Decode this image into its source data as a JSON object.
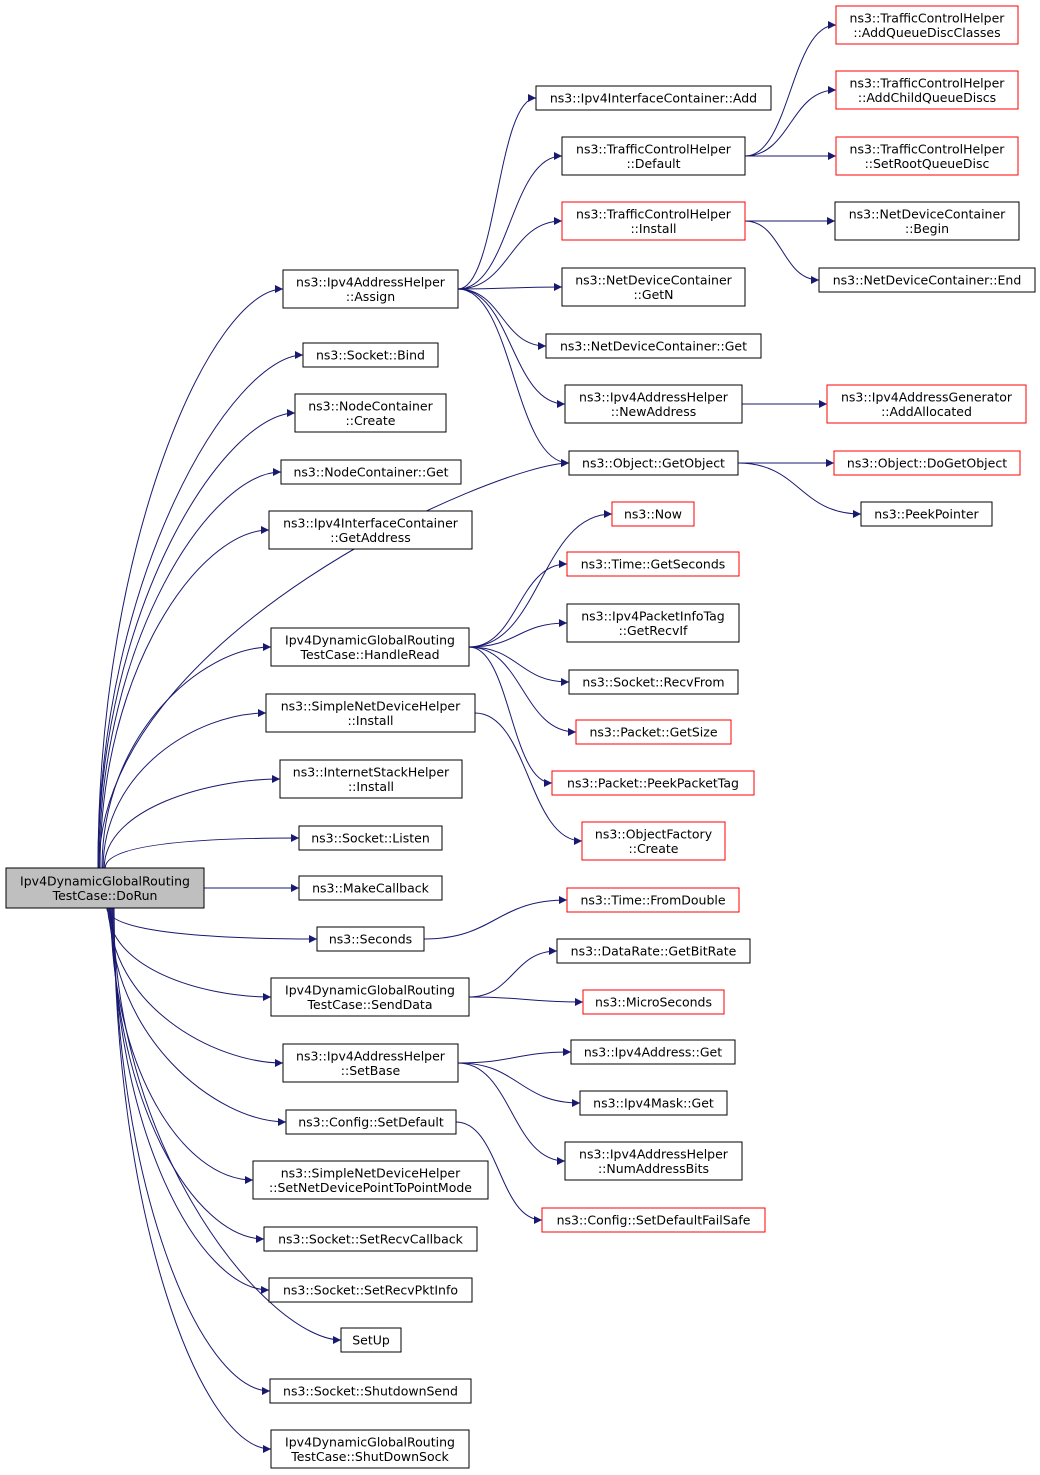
{
  "diagram": {
    "type": "call-graph",
    "colors": {
      "edge": "#191970",
      "node_border": "#000000",
      "node_border_external": "#ff0000",
      "root_fill": "#bfbfbf",
      "node_fill": "#ffffff"
    },
    "nodes": [
      {
        "id": "root",
        "lines": [
          "Ipv4DynamicGlobalRouting",
          "TestCase::DoRun"
        ],
        "style": "root"
      },
      {
        "id": "assign",
        "lines": [
          "ns3::Ipv4AddressHelper",
          "::Assign"
        ],
        "style": "normal"
      },
      {
        "id": "bind",
        "lines": [
          "ns3::Socket::Bind"
        ],
        "style": "normal"
      },
      {
        "id": "nc_create",
        "lines": [
          "ns3::NodeContainer",
          "::Create"
        ],
        "style": "normal"
      },
      {
        "id": "nc_get",
        "lines": [
          "ns3::NodeContainer::Get"
        ],
        "style": "normal"
      },
      {
        "id": "iic_getaddr",
        "lines": [
          "ns3::Ipv4InterfaceContainer",
          "::GetAddress"
        ],
        "style": "normal"
      },
      {
        "id": "handleread",
        "lines": [
          "Ipv4DynamicGlobalRouting",
          "TestCase::HandleRead"
        ],
        "style": "normal"
      },
      {
        "id": "sndh_install",
        "lines": [
          "ns3::SimpleNetDeviceHelper",
          "::Install"
        ],
        "style": "normal"
      },
      {
        "id": "ish_install",
        "lines": [
          "ns3::InternetStackHelper",
          "::Install"
        ],
        "style": "normal"
      },
      {
        "id": "listen",
        "lines": [
          "ns3::Socket::Listen"
        ],
        "style": "normal"
      },
      {
        "id": "makecallback",
        "lines": [
          "ns3::MakeCallback"
        ],
        "style": "normal"
      },
      {
        "id": "seconds",
        "lines": [
          "ns3::Seconds"
        ],
        "style": "normal"
      },
      {
        "id": "senddata",
        "lines": [
          "Ipv4DynamicGlobalRouting",
          "TestCase::SendData"
        ],
        "style": "normal"
      },
      {
        "id": "setbase",
        "lines": [
          "ns3::Ipv4AddressHelper",
          "::SetBase"
        ],
        "style": "normal"
      },
      {
        "id": "setdefault",
        "lines": [
          "ns3::Config::SetDefault"
        ],
        "style": "normal"
      },
      {
        "id": "sndh_p2p",
        "lines": [
          "ns3::SimpleNetDeviceHelper",
          "::SetNetDevicePointToPointMode"
        ],
        "style": "normal"
      },
      {
        "id": "setrecvcb",
        "lines": [
          "ns3::Socket::SetRecvCallback"
        ],
        "style": "normal"
      },
      {
        "id": "setrecvpkt",
        "lines": [
          "ns3::Socket::SetRecvPktInfo"
        ],
        "style": "normal"
      },
      {
        "id": "setup",
        "lines": [
          "SetUp"
        ],
        "style": "normal"
      },
      {
        "id": "shutdownsend",
        "lines": [
          "ns3::Socket::ShutdownSend"
        ],
        "style": "normal"
      },
      {
        "id": "shutdownsock",
        "lines": [
          "Ipv4DynamicGlobalRouting",
          "TestCase::ShutDownSock"
        ],
        "style": "normal"
      },
      {
        "id": "iic_add",
        "lines": [
          "ns3::Ipv4InterfaceContainer::Add"
        ],
        "style": "normal"
      },
      {
        "id": "tch_default",
        "lines": [
          "ns3::TrafficControlHelper",
          "::Default"
        ],
        "style": "normal"
      },
      {
        "id": "tch_install",
        "lines": [
          "ns3::TrafficControlHelper",
          "::Install"
        ],
        "style": "linked"
      },
      {
        "id": "ndc_getn",
        "lines": [
          "ns3::NetDeviceContainer",
          "::GetN"
        ],
        "style": "normal"
      },
      {
        "id": "ndc_get",
        "lines": [
          "ns3::NetDeviceContainer::Get"
        ],
        "style": "normal"
      },
      {
        "id": "newaddress",
        "lines": [
          "ns3::Ipv4AddressHelper",
          "::NewAddress"
        ],
        "style": "normal"
      },
      {
        "id": "getobject",
        "lines": [
          "ns3::Object::GetObject"
        ],
        "style": "normal"
      },
      {
        "id": "now",
        "lines": [
          "ns3::Now"
        ],
        "style": "linked"
      },
      {
        "id": "getseconds",
        "lines": [
          "ns3::Time::GetSeconds"
        ],
        "style": "linked"
      },
      {
        "id": "getrecvif",
        "lines": [
          "ns3::Ipv4PacketInfoTag",
          "::GetRecvIf"
        ],
        "style": "normal"
      },
      {
        "id": "recvfrom",
        "lines": [
          "ns3::Socket::RecvFrom"
        ],
        "style": "normal"
      },
      {
        "id": "getsize",
        "lines": [
          "ns3::Packet::GetSize"
        ],
        "style": "linked"
      },
      {
        "id": "peekpackettag",
        "lines": [
          "ns3::Packet::PeekPacketTag"
        ],
        "style": "linked"
      },
      {
        "id": "of_create",
        "lines": [
          "ns3::ObjectFactory",
          "::Create"
        ],
        "style": "linked"
      },
      {
        "id": "fromdouble",
        "lines": [
          "ns3::Time::FromDouble"
        ],
        "style": "linked"
      },
      {
        "id": "getbitrate",
        "lines": [
          "ns3::DataRate::GetBitRate"
        ],
        "style": "normal"
      },
      {
        "id": "microseconds",
        "lines": [
          "ns3::MicroSeconds"
        ],
        "style": "linked"
      },
      {
        "id": "ipv4addr_get",
        "lines": [
          "ns3::Ipv4Address::Get"
        ],
        "style": "normal"
      },
      {
        "id": "ipv4mask_get",
        "lines": [
          "ns3::Ipv4Mask::Get"
        ],
        "style": "normal"
      },
      {
        "id": "numaddrbits",
        "lines": [
          "ns3::Ipv4AddressHelper",
          "::NumAddressBits"
        ],
        "style": "normal"
      },
      {
        "id": "setdefaultfailsafe",
        "lines": [
          "ns3::Config::SetDefaultFailSafe"
        ],
        "style": "linked"
      },
      {
        "id": "addqdclasses",
        "lines": [
          "ns3::TrafficControlHelper",
          "::AddQueueDiscClasses"
        ],
        "style": "linked"
      },
      {
        "id": "addchildqd",
        "lines": [
          "ns3::TrafficControlHelper",
          "::AddChildQueueDiscs"
        ],
        "style": "linked"
      },
      {
        "id": "setrootqd",
        "lines": [
          "ns3::TrafficControlHelper",
          "::SetRootQueueDisc"
        ],
        "style": "linked"
      },
      {
        "id": "ndc_begin",
        "lines": [
          "ns3::NetDeviceContainer",
          "::Begin"
        ],
        "style": "normal"
      },
      {
        "id": "ndc_end",
        "lines": [
          "ns3::NetDeviceContainer::End"
        ],
        "style": "normal"
      },
      {
        "id": "addallocated",
        "lines": [
          "ns3::Ipv4AddressGenerator",
          "::AddAllocated"
        ],
        "style": "linked"
      },
      {
        "id": "dogetobject",
        "lines": [
          "ns3::Object::DoGetObject"
        ],
        "style": "linked"
      },
      {
        "id": "peekpointer",
        "lines": [
          "ns3::PeekPointer"
        ],
        "style": "normal"
      }
    ],
    "edges": [
      [
        "root",
        "assign"
      ],
      [
        "root",
        "bind"
      ],
      [
        "root",
        "nc_create"
      ],
      [
        "root",
        "nc_get"
      ],
      [
        "root",
        "iic_getaddr"
      ],
      [
        "root",
        "getobject"
      ],
      [
        "root",
        "handleread"
      ],
      [
        "root",
        "sndh_install"
      ],
      [
        "root",
        "ish_install"
      ],
      [
        "root",
        "listen"
      ],
      [
        "root",
        "makecallback"
      ],
      [
        "root",
        "seconds"
      ],
      [
        "root",
        "senddata"
      ],
      [
        "root",
        "setbase"
      ],
      [
        "root",
        "setdefault"
      ],
      [
        "root",
        "sndh_p2p"
      ],
      [
        "root",
        "setrecvcb"
      ],
      [
        "root",
        "setrecvpkt"
      ],
      [
        "root",
        "setup"
      ],
      [
        "root",
        "shutdownsend"
      ],
      [
        "root",
        "shutdownsock"
      ],
      [
        "assign",
        "iic_add"
      ],
      [
        "assign",
        "tch_default"
      ],
      [
        "assign",
        "tch_install"
      ],
      [
        "assign",
        "ndc_getn"
      ],
      [
        "assign",
        "ndc_get"
      ],
      [
        "assign",
        "newaddress"
      ],
      [
        "assign",
        "getobject"
      ],
      [
        "tch_default",
        "addqdclasses"
      ],
      [
        "tch_default",
        "addchildqd"
      ],
      [
        "tch_default",
        "setrootqd"
      ],
      [
        "tch_install",
        "ndc_begin"
      ],
      [
        "tch_install",
        "ndc_end"
      ],
      [
        "newaddress",
        "addallocated"
      ],
      [
        "getobject",
        "dogetobject"
      ],
      [
        "getobject",
        "peekpointer"
      ],
      [
        "handleread",
        "now"
      ],
      [
        "handleread",
        "getseconds"
      ],
      [
        "handleread",
        "getrecvif"
      ],
      [
        "handleread",
        "recvfrom"
      ],
      [
        "handleread",
        "getsize"
      ],
      [
        "handleread",
        "peekpackettag"
      ],
      [
        "sndh_install",
        "of_create"
      ],
      [
        "seconds",
        "fromdouble"
      ],
      [
        "senddata",
        "getbitrate"
      ],
      [
        "senddata",
        "microseconds"
      ],
      [
        "setbase",
        "ipv4addr_get"
      ],
      [
        "setbase",
        "ipv4mask_get"
      ],
      [
        "setbase",
        "numaddrbits"
      ],
      [
        "setdefault",
        "setdefaultfailsafe"
      ]
    ]
  }
}
